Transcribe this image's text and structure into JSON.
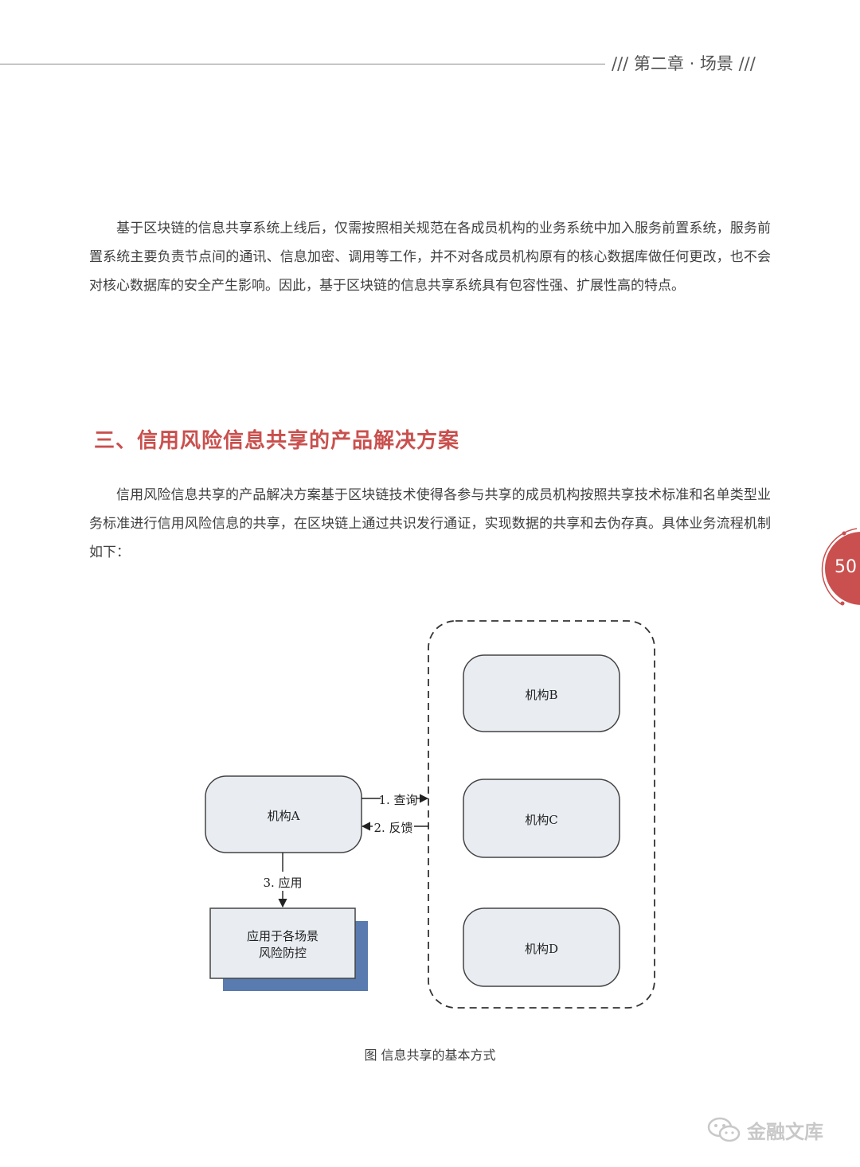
{
  "header": {
    "chapter_title": "///  第二章 · 场景  ///"
  },
  "body": {
    "paragraph_1": "基于区块链的信息共享系统上线后，仅需按照相关规范在各成员机构的业务系统中加入服务前置系统，服务前置系统主要负责节点间的通讯、信息加密、调用等工作，并不对各成员机构原有的核心数据库做任何更改，也不会对核心数据库的安全产生影响。因此，基于区块链的信息共享系统具有包容性强、扩展性高的特点。",
    "section_heading": "三、信用风险信息共享的产品解决方案",
    "paragraph_2": "信用风险信息共享的产品解决方案基于区块链技术使得各参与共享的成员机构按照共享技术标准和名单类型业务标准进行信用风险信息的共享，在区块链上通过共识发行通证，实现数据的共享和去伪存真。具体业务流程机制如下："
  },
  "page_number": "50",
  "diagram": {
    "node_a": "机构A",
    "node_b": "机构B",
    "node_c": "机构C",
    "node_d": "机构D",
    "arrow_query": "1. 查询",
    "arrow_feedback": "2. 反馈",
    "arrow_apply": "3. 应用",
    "output_box_line1": "应用于各场景",
    "output_box_line2": "风险防控",
    "caption": "图    信息共享的基本方式"
  },
  "watermark": {
    "text": "金融文库",
    "icon": "wechat-icon"
  },
  "colors": {
    "accent_red": "#c9504e",
    "node_fill": "#e9edf2",
    "shadow_blue": "#5a7bb0"
  }
}
